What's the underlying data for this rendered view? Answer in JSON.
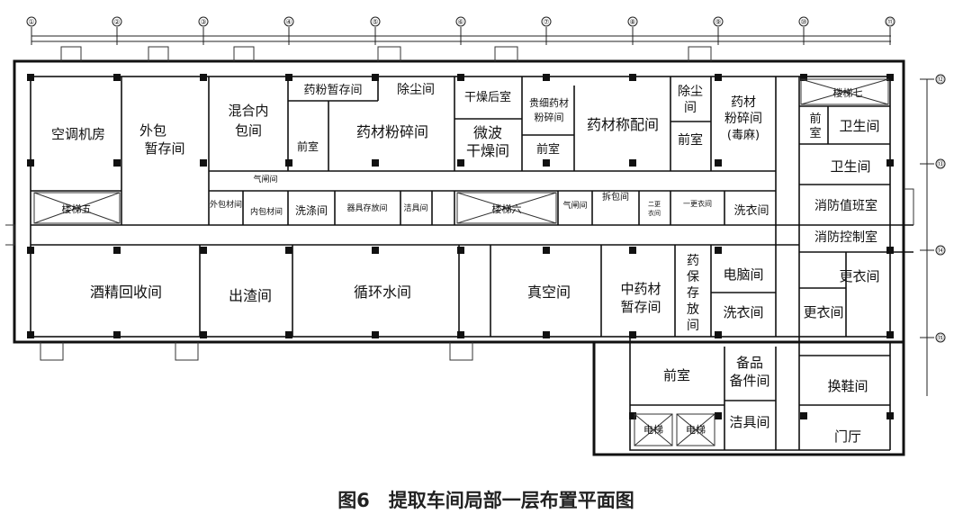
{
  "figure": {
    "caption": "图6　提取车间局部一层布置平面图"
  },
  "axes": {
    "top": [
      "①",
      "②",
      "③",
      "④",
      "⑤",
      "⑥",
      "⑦",
      "⑧",
      "⑨",
      "⑩",
      "⑪"
    ],
    "right": [
      "⑫",
      "⑬",
      "⑭",
      "⑮"
    ]
  },
  "rooms": {
    "ac_room": "空调机房",
    "outer_pack_1": "外包",
    "outer_pack_2": "暂存间",
    "mix_1": "混合内",
    "mix_2": "包间",
    "powder_store": "药粉暂存间",
    "dust_1": "除尘间",
    "dry_after": "干燥后室",
    "fine_1": "贵细药材",
    "fine_2": "粉碎间",
    "dust_2a": "除尘",
    "dust_2b": "间",
    "toxic_1": "药材",
    "toxic_2": "粉碎间",
    "toxic_3": "(毒麻)",
    "stair_7": "楼梯七",
    "ante_1": "前室",
    "herb_crush": "药材粉碎间",
    "micro_1": "微波",
    "micro_2": "干燥间",
    "ante_2": "前室",
    "weigh": "药材称配间",
    "ante_3": "前室",
    "ante_4a": "前",
    "ante_4b": "室",
    "wc_1": "卫生间",
    "wc_2": "卫生间",
    "airlock_1": "气闸间",
    "outer_clean": "外包材间",
    "inner_clean": "内包材间",
    "wash": "洗涤间",
    "tool_store": "器具存放间",
    "clean_tool_1": "洁具间",
    "stair_5": "楼梯五",
    "stair_6": "楼梯六",
    "airlock_2": "气闸间",
    "unpack": "拆包间",
    "change2_1": "二更",
    "change2_2": "衣间",
    "change1": "一更衣间",
    "laundry_1": "洗衣间",
    "fire_duty": "消防值班室",
    "fire_ctrl": "消防控制室",
    "alcohol": "酒精回收间",
    "residue": "出渣间",
    "circ_water": "循环水间",
    "vacuum": "真空间",
    "tcm_1": "中药材",
    "tcm_2": "暂存间",
    "fine_store_1": "药",
    "fine_store_2": "保",
    "fine_store_3": "存",
    "fine_store_4": "放",
    "fine_store_5": "间",
    "computer": "电脑间",
    "laundry_2": "洗衣间",
    "change_a": "更衣间",
    "change_b": "更衣间",
    "ante_5": "前室",
    "spare_1": "备品",
    "spare_2": "备件间",
    "clean_tool_2": "洁具间",
    "elev_1": "电梯",
    "elev_2": "电梯",
    "shoe": "换鞋间",
    "hall": "门厅"
  }
}
